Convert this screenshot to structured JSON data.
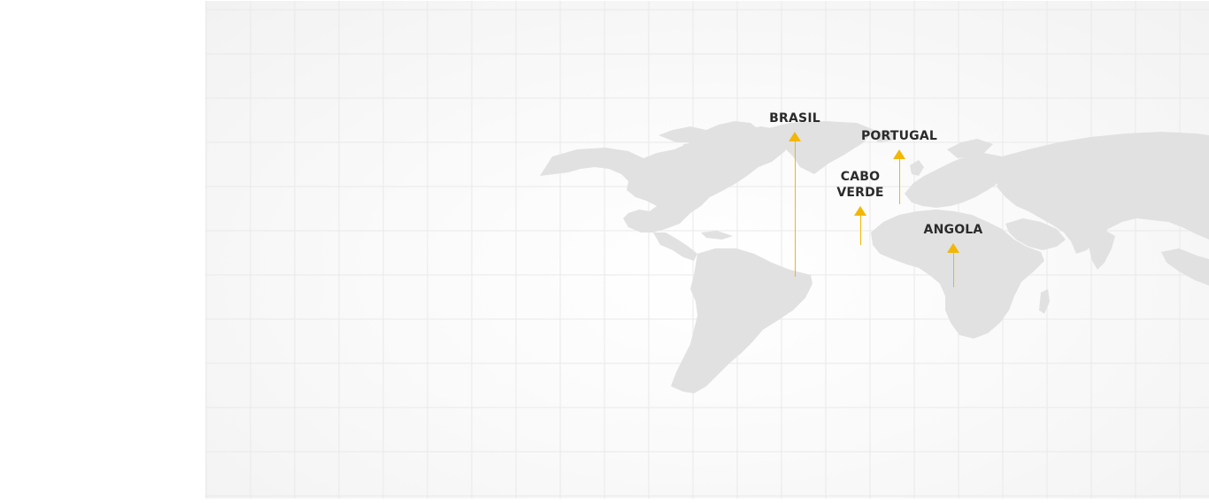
{
  "map": {
    "land_color": "#e1e1e1",
    "grid_color": "#e9e9e9",
    "marker_color": "#f2b705",
    "markers": [
      {
        "id": "brasil",
        "label": "BRASIL"
      },
      {
        "id": "portugal",
        "label": "PORTUGAL"
      },
      {
        "id": "cabo-verde",
        "label": "CABO\nVERDE"
      },
      {
        "id": "angola",
        "label": "ANGOLA"
      }
    ]
  }
}
